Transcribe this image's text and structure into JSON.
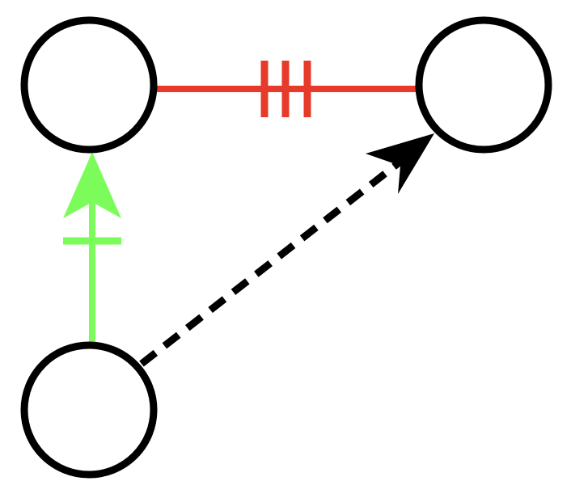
{
  "nodes": [
    {
      "id": "top-left"
    },
    {
      "id": "top-right"
    },
    {
      "id": "bottom-left"
    }
  ],
  "edges": [
    {
      "from": "top-left",
      "to": "top-right",
      "style": "solid",
      "marker": "triple-bar",
      "color": "#e63a2a"
    },
    {
      "from": "bottom-left",
      "to": "top-left",
      "style": "solid",
      "marker": "bar-arrow",
      "color": "#7cfc5a"
    },
    {
      "from": "bottom-left",
      "to": "top-right",
      "style": "dashed",
      "marker": "arrow",
      "color": "#000000"
    }
  ]
}
